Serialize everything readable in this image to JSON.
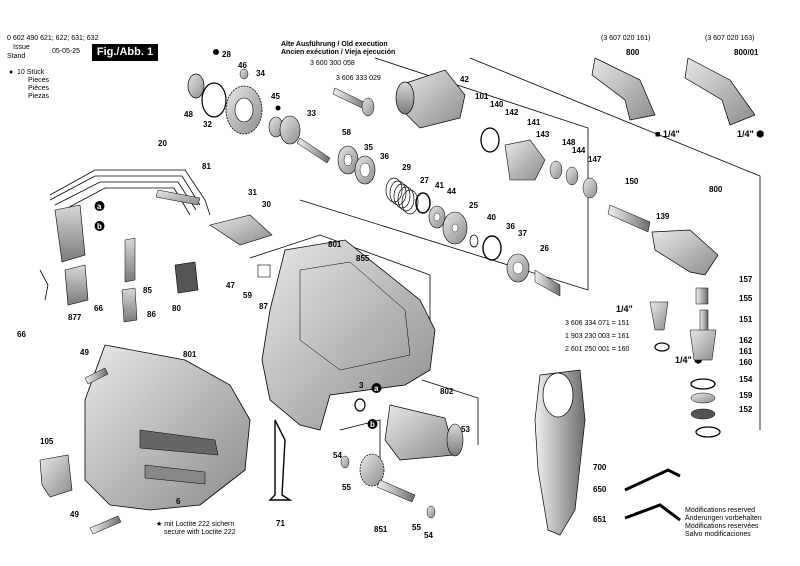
{
  "header": {
    "part_numbers": "0 602 490 621; 622; 631; 632",
    "issue_label": "Issue",
    "stand_label": "Stand",
    "issue_date": "05-05-25",
    "figure": "Fig./Abb. 1"
  },
  "qty_note": {
    "bullet": "●",
    "line1": "10 Stück",
    "line2": "Pieces",
    "line3": "Pièces",
    "line4": "Piezas"
  },
  "old_execution": {
    "line1": "Alte Ausführung / Old execution",
    "line2": "Ancien exécution / Vieja ejecución",
    "part_a": "3 600 300 058",
    "part_b": "3 606 333 029"
  },
  "angle_heads": {
    "left_number": "(3 607 020 161)",
    "right_number": "(3 607 020 163)",
    "left_size": "■ 1/4\"",
    "right_size": "1/4\" ⬢"
  },
  "bit_parts": {
    "size": "1/4\"",
    "row1": "3 606 334 071 = 151",
    "row2": "1 903 230 003 = 161",
    "row3": "2 601 250 001 = 160",
    "hex_size": "1/4\" ⬢"
  },
  "loctite": {
    "line1": "★ mit Loctite 222 sichern",
    "line2": "secure with Loctite 222"
  },
  "modifications": {
    "line1": "Modifications reserved",
    "line2": "Änderungen vorbehalten",
    "line3": "Modifications reservées",
    "line4": "Salvo modificaciones"
  },
  "callouts": [
    "28",
    "46",
    "34",
    "48",
    "32",
    "45",
    "33",
    "42",
    "800",
    "800/01",
    "101",
    "140",
    "142",
    "141",
    "143",
    "148",
    "144",
    "147",
    "58",
    "35",
    "36",
    "150",
    "800",
    "29",
    "27",
    "41",
    "44",
    "25",
    "40",
    "36",
    "37",
    "26",
    "139",
    "20",
    "81",
    "31",
    "30",
    "801",
    "855",
    "157",
    "155",
    "151",
    "162",
    "161",
    "160",
    "154",
    "159",
    "152",
    "47",
    "59",
    "87",
    "85",
    "86",
    "80",
    "66",
    "877",
    "66",
    "49",
    "801",
    "3",
    "802",
    "53",
    "105",
    "6",
    "71",
    "54",
    "55",
    "851",
    "55",
    "54",
    "49",
    "700",
    "650",
    "651",
    "a",
    "b",
    "a",
    "b"
  ]
}
